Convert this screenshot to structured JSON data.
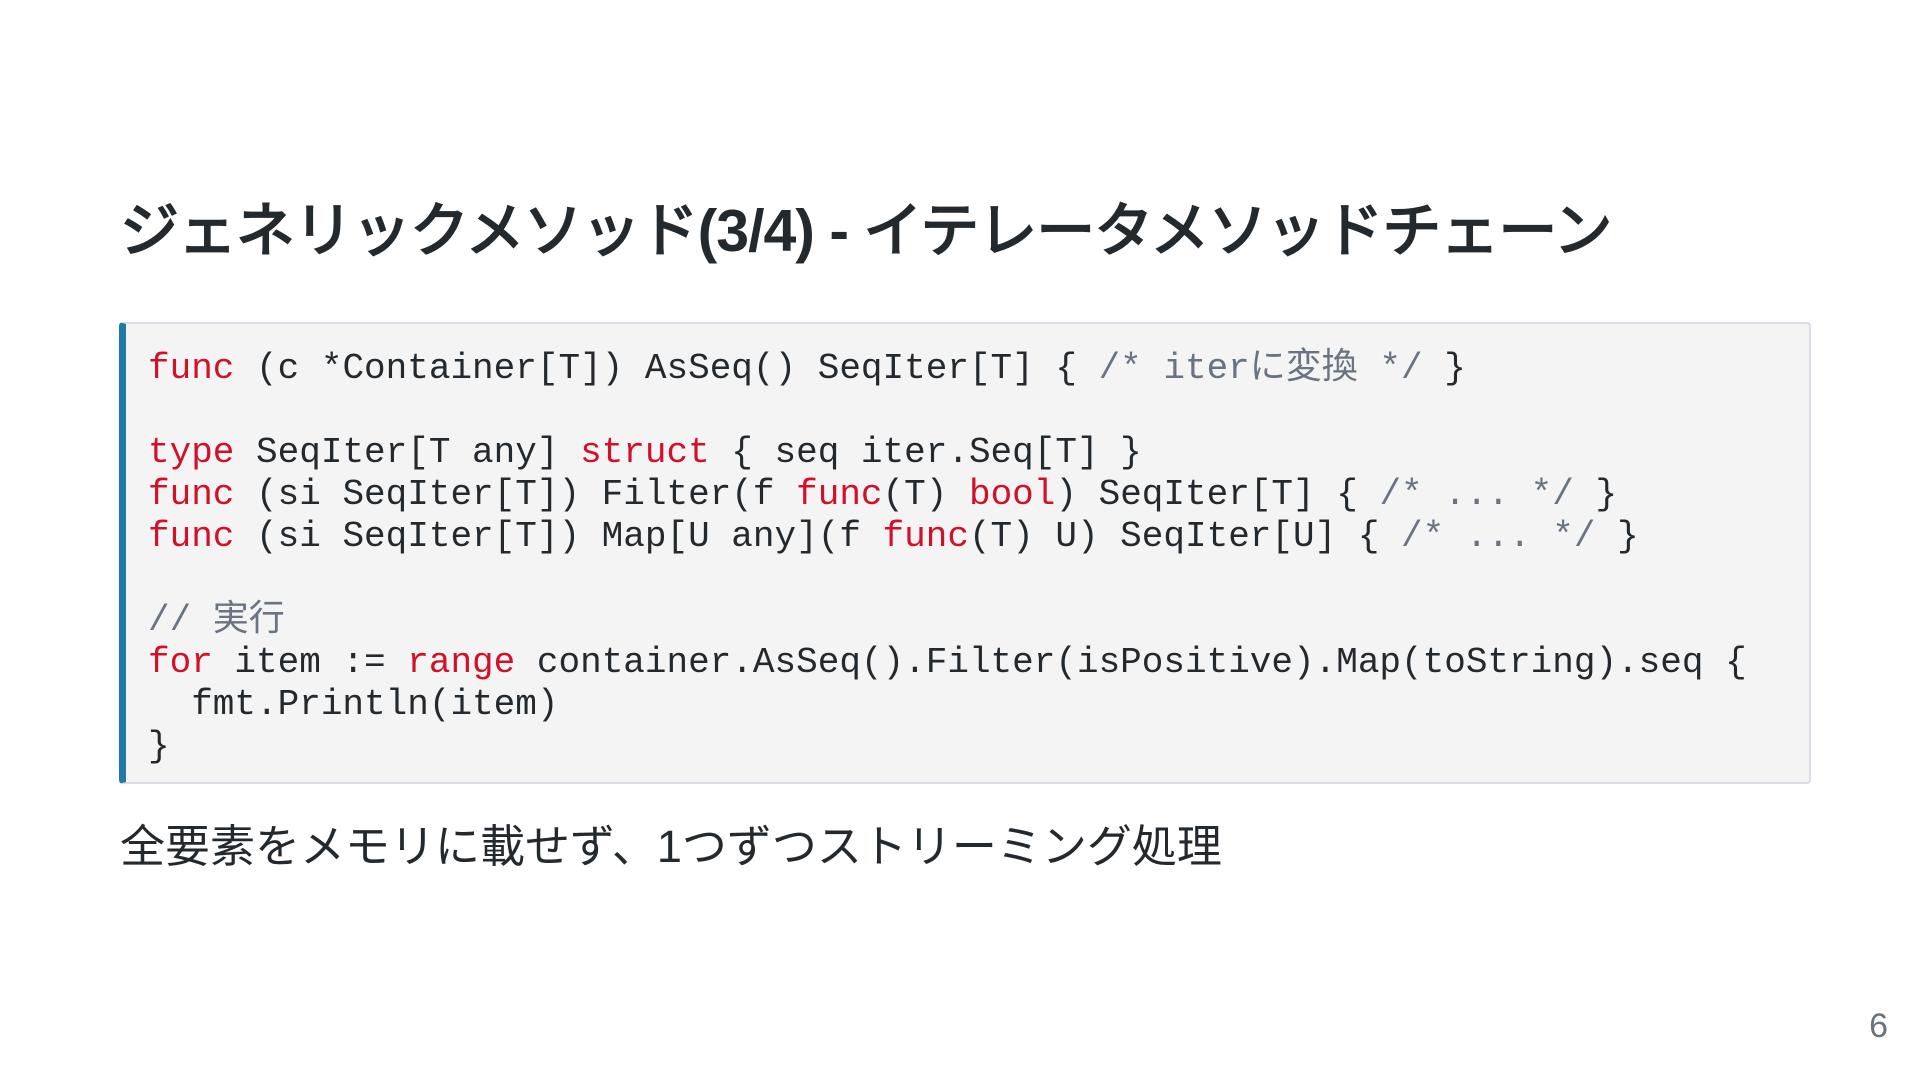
{
  "slide": {
    "title": "ジェネリックメソッド(3/4) - イテレータメソッドチェーン",
    "code_lines": [
      [
        {
          "t": "func",
          "c": "kw"
        },
        {
          "t": " (c *Container[T]) AsSeq() SeqIter[T] { ",
          "c": ""
        },
        {
          "t": "/* iterに変換 */",
          "c": "cm"
        },
        {
          "t": " }",
          "c": ""
        }
      ],
      [],
      [
        {
          "t": "type",
          "c": "kw"
        },
        {
          "t": " SeqIter[T any] ",
          "c": ""
        },
        {
          "t": "struct",
          "c": "kw"
        },
        {
          "t": " { seq iter.Seq[T] }",
          "c": ""
        }
      ],
      [
        {
          "t": "func",
          "c": "kw"
        },
        {
          "t": " (si SeqIter[T]) Filter(f ",
          "c": ""
        },
        {
          "t": "func",
          "c": "kw"
        },
        {
          "t": "(T) ",
          "c": ""
        },
        {
          "t": "bool",
          "c": "kw"
        },
        {
          "t": ") SeqIter[T] { ",
          "c": ""
        },
        {
          "t": "/* ... */",
          "c": "cm"
        },
        {
          "t": " }",
          "c": ""
        }
      ],
      [
        {
          "t": "func",
          "c": "kw"
        },
        {
          "t": " (si SeqIter[T]) Map[U any](f ",
          "c": ""
        },
        {
          "t": "func",
          "c": "kw"
        },
        {
          "t": "(T) U) SeqIter[U] { ",
          "c": ""
        },
        {
          "t": "/* ... */",
          "c": "cm"
        },
        {
          "t": " }",
          "c": ""
        }
      ],
      [],
      [
        {
          "t": "// 実行",
          "c": "cm"
        }
      ],
      [
        {
          "t": "for",
          "c": "kw"
        },
        {
          "t": " item := ",
          "c": ""
        },
        {
          "t": "range",
          "c": "kw"
        },
        {
          "t": " container.AsSeq().Filter(isPositive).Map(toString).seq {",
          "c": ""
        }
      ],
      [
        {
          "t": "  fmt.Println(item)",
          "c": ""
        }
      ],
      [
        {
          "t": "}",
          "c": ""
        }
      ]
    ],
    "body_text": "全要素をメモリに載せず、1つずつストリーミング処理",
    "page_number": "6"
  },
  "colors": {
    "keyword": "#d1102a",
    "comment": "#6a7380",
    "code_background": "#f4f4f4",
    "code_accent_border": "#1f7aa6",
    "text": "#24292e"
  }
}
